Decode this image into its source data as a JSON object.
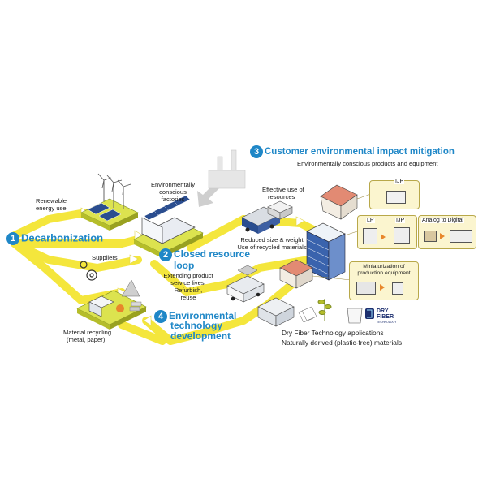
{
  "headings": {
    "decarbonization": {
      "num": "1",
      "label": "Decarbonization"
    },
    "closed_loop": {
      "num": "2",
      "label_line1": "Closed resource",
      "label_line2": "loop"
    },
    "customer": {
      "num": "3",
      "label": "Customer environmental impact mitigation"
    },
    "technology": {
      "num": "4",
      "label_line1": "Environmental",
      "label_line2": "technology",
      "label_line3": "development"
    }
  },
  "labels": {
    "renewable": [
      "Renewable",
      "energy use"
    ],
    "factories": [
      "Environmentally",
      "conscious",
      "factories"
    ],
    "effective": [
      "Effective use of",
      "resources"
    ],
    "reduced": [
      "Reduced size & weight",
      "Use of recycled materials"
    ],
    "suppliers": "Suppliers",
    "extending": [
      "Extending product",
      "service lives:",
      "Refurbish,",
      "reuse"
    ],
    "recycling": [
      "Material recycling",
      "(metal, paper)"
    ],
    "conscious_products": "Environmentally conscious products and equipment",
    "dry_fiber_apps": "Dry Fiber Technology applications",
    "natural": "Naturally derived (plastic-free) materials"
  },
  "callouts": {
    "ijp": "IJP",
    "lp": "LP",
    "ijp2": "IJP",
    "analog": "Analog to Digital",
    "miniaturization": [
      "Miniaturization of",
      "production equipment"
    ]
  },
  "logo": {
    "line1": "DRY",
    "line2": "FIBER",
    "line3": "TECHNOLOGY"
  },
  "colors": {
    "accent": "#1f87c7",
    "path": "#f4e63c",
    "ground": "#dce34f",
    "callout": "#fbf5cf"
  }
}
